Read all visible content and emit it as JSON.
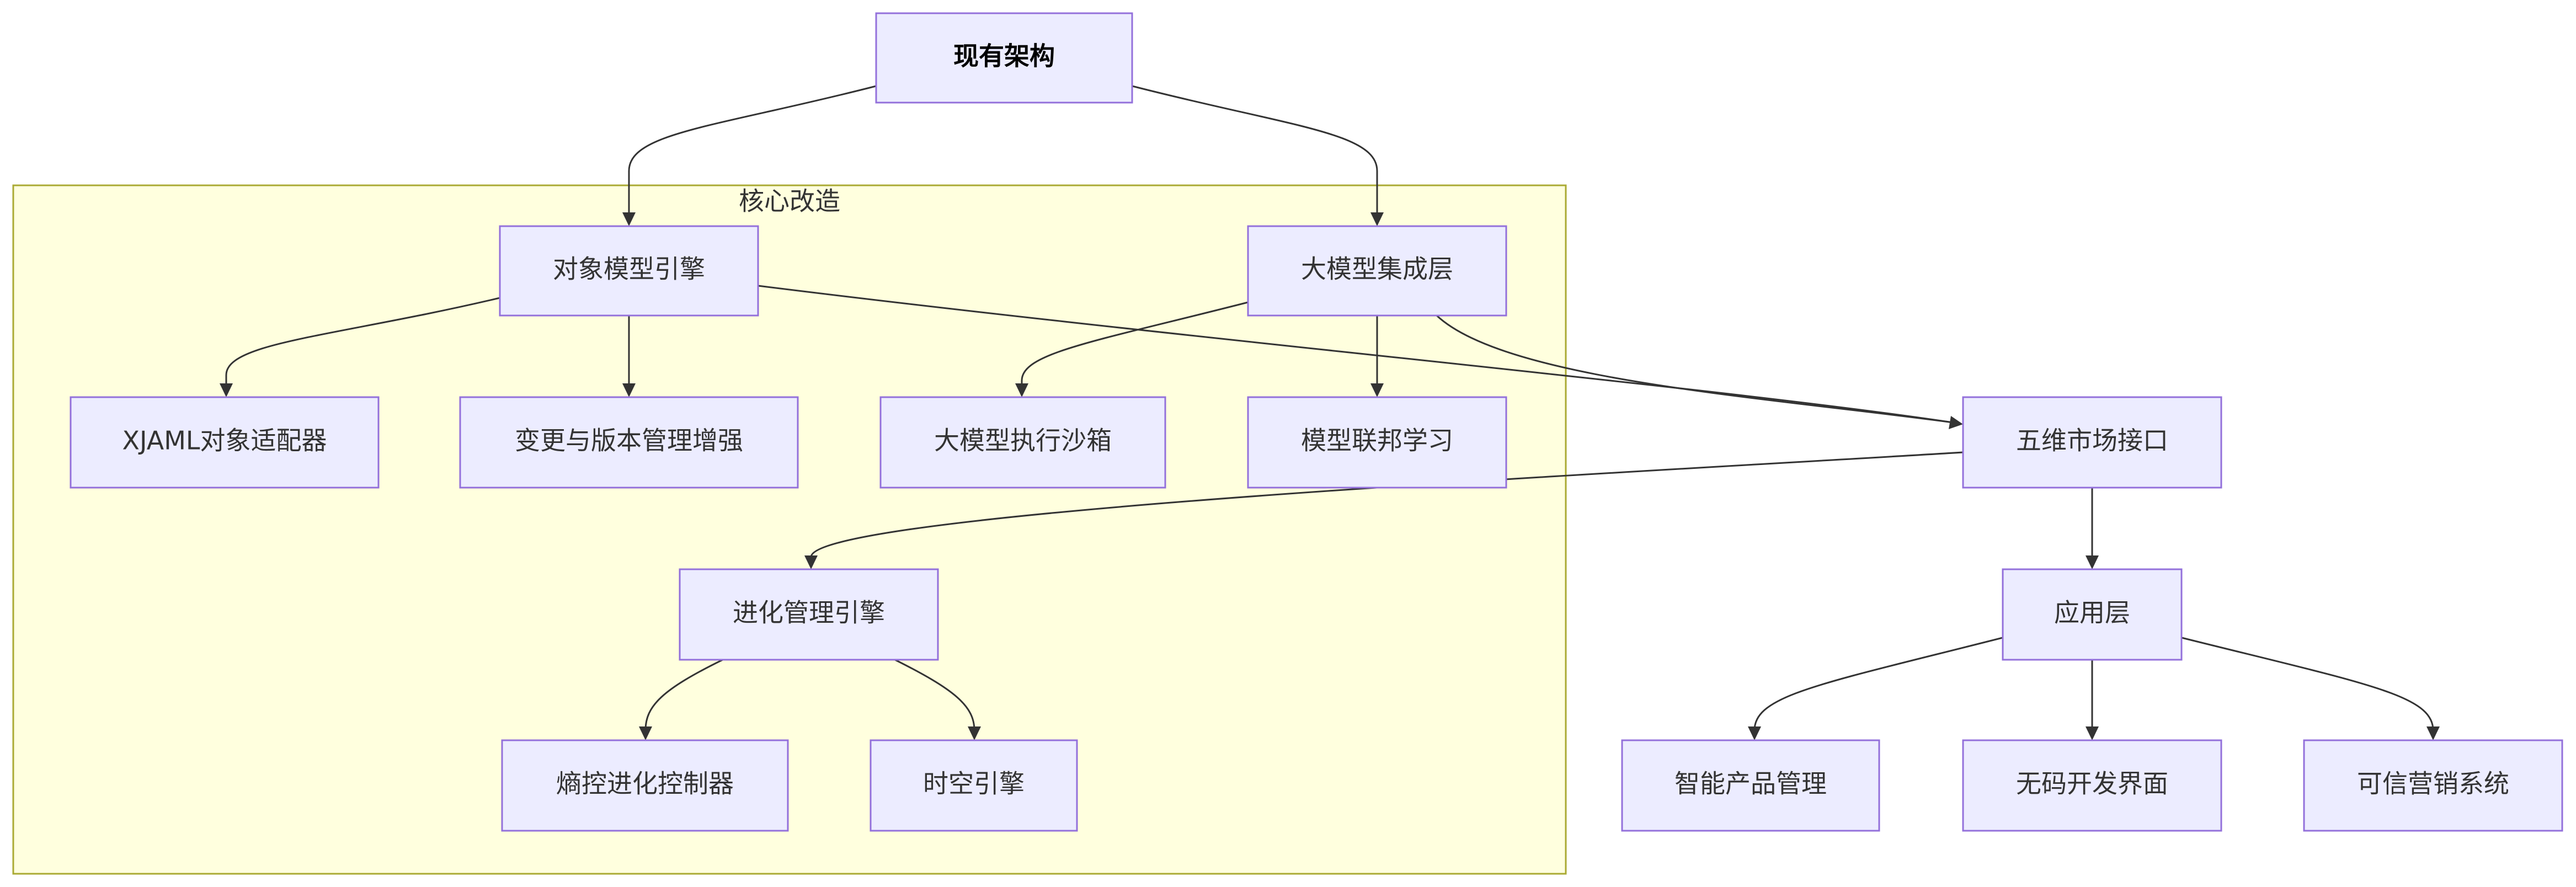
{
  "group": {
    "label": "核心改造"
  },
  "nodes": {
    "existing": "现有架构",
    "object_engine": "对象模型引擎",
    "llm_layer": "大模型集成层",
    "xjaml": "XJAML对象适配器",
    "version_mgmt": "变更与版本管理增强",
    "sandbox": "大模型执行沙箱",
    "federated": "模型联邦学习",
    "market_api": "五维市场接口",
    "evolution": "进化管理引擎",
    "app_layer": "应用层",
    "entropy": "熵控进化控制器",
    "spacetime": "时空引擎",
    "product_mgmt": "智能产品管理",
    "nocode": "无码开发界面",
    "marketing": "可信营销系统"
  },
  "colors": {
    "node_fill": "#ececff",
    "node_stroke": "#9370db",
    "group_fill": "#ffffde",
    "group_stroke": "#aaaa33",
    "edge": "#333333"
  }
}
